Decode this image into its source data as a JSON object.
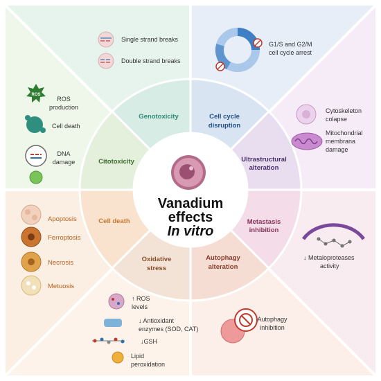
{
  "center": {
    "title_line1": "Vanadium",
    "title_line2": "effects",
    "title_line3": "In vitro"
  },
  "segments": [
    {
      "key": "genotoxicity",
      "line1": "Genotoxicity",
      "line2": "",
      "color": "#2e8b7a"
    },
    {
      "key": "cell_cycle",
      "line1": "Cell cycle",
      "line2": "disruption",
      "color": "#1f4f8a"
    },
    {
      "key": "ultrastructural",
      "line1": "Ultrastructural",
      "line2": "alteration",
      "color": "#5b3a7a"
    },
    {
      "key": "metastasis",
      "line1": "Metastasis",
      "line2": "inhibition",
      "color": "#8a2f5a"
    },
    {
      "key": "autophagy",
      "line1": "Autophagy",
      "line2": "alteration",
      "color": "#8a3a2a"
    },
    {
      "key": "oxidative",
      "line1": "Oxidative",
      "line2": "stress",
      "color": "#8a4f2a"
    },
    {
      "key": "cell_death",
      "line1": "Cell death",
      "line2": "",
      "color": "#c9782e"
    },
    {
      "key": "citotoxicity",
      "line1": "Citotoxicity",
      "line2": "",
      "color": "#3d6b2e"
    }
  ],
  "genotoxicity_panel": {
    "single": "Single strand breaks",
    "double": "Double strand breaks"
  },
  "cell_cycle_panel": {
    "line1": "G1/S and G2/M",
    "line2": "cell cycle arrest"
  },
  "ultrastructural_panel": {
    "cyto_line1": "Cytoskeleton",
    "cyto_line2": "colapse",
    "mito_line1": "Mitochondrial",
    "mito_line2": "membrana",
    "mito_line3": "damage"
  },
  "metastasis_panel": {
    "line1": "↓ Metaloproteases",
    "line2": "activity"
  },
  "autophagy_panel": {
    "line1": "Autophagy",
    "line2": "inhibition"
  },
  "oxidative_panel": {
    "ros_line1": "↑ ROS",
    "ros_line2": "levels",
    "anti_line1": "↓ Antioxidant",
    "anti_line2": "enzymes (SOD, CAT)",
    "gsh": "↓GSH",
    "lipid_line1": "Lipid",
    "lipid_line2": "peroxidation"
  },
  "cell_death_panel": {
    "apoptosis": "Apoptosis",
    "ferroptosis": "Ferroptosis",
    "necrosis": "Necrosis",
    "metuosis": "Metuosis"
  },
  "citotoxicity_panel": {
    "ros_line1": "ROS",
    "ros_line2": "production",
    "ros_badge": "ROS",
    "cell_death": "Cell death",
    "dna_line1": "DNA",
    "dna_line2": "damage"
  },
  "colors": {
    "green_bg": "#eef7ea",
    "teal_bg": "#e6f3ef",
    "blue_bg": "#e7eef8",
    "purple_bg": "#f1eaf6",
    "pink_bg": "#f8ebf1",
    "peach_bg": "#fbece3",
    "orange_bg": "#fbeee0"
  }
}
